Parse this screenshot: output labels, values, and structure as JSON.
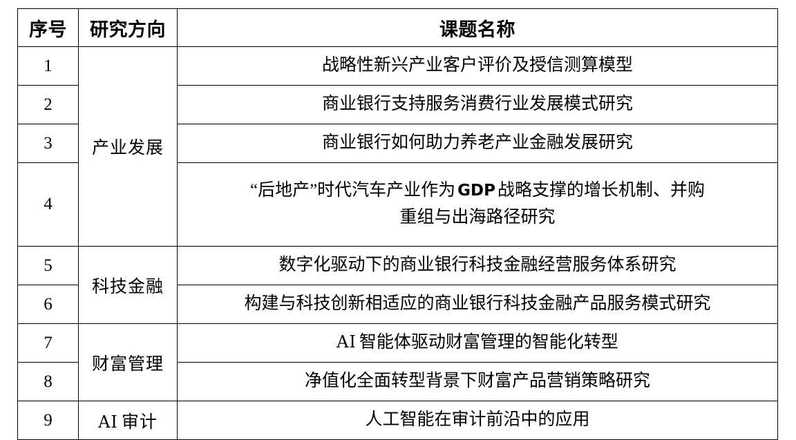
{
  "document": {
    "table": {
      "columns": [
        {
          "key": "no",
          "label": "序号"
        },
        {
          "key": "dir",
          "label": "研究方向"
        },
        {
          "key": "title",
          "label": "课题名称"
        }
      ],
      "groups": [
        {
          "label": "产业发展",
          "rowspan": 4
        },
        {
          "label": "科技金融",
          "rowspan": 2
        },
        {
          "label": "财富管理",
          "rowspan": 2
        },
        {
          "label_latin": "AI",
          "label": "审计",
          "rowspan": 1
        }
      ],
      "rows": [
        {
          "no": "1",
          "title": "战略性新兴产业客户评价及授信测算模型"
        },
        {
          "no": "2",
          "title": "商业银行支持服务消费行业发展模式研究"
        },
        {
          "no": "3",
          "title": "商业银行如何助力养老产业金融发展研究"
        },
        {
          "no": "4",
          "title": "“后地产”时代汽车产业作为 GDP 战略支撑的增长机制、并购重组与出海路径研究",
          "line1_before": "“后地产”时代汽车产业作为",
          "line1_latin": "GDP",
          "line1_after": "战略支撑的增长机制、并购",
          "line2": "重组与出海路径研究"
        },
        {
          "no": "5",
          "title": "数字化驱动下的商业银行科技金融经营服务体系研究"
        },
        {
          "no": "6",
          "title": "构建与科技创新相适应的商业银行科技金融产品服务模式研究"
        },
        {
          "no": "7",
          "title": "AI 智能体驱动财富管理的智能化转型",
          "latin_prefix": "AI",
          "rest": "智能体驱动财富管理的智能化转型"
        },
        {
          "no": "8",
          "title": "净值化全面转型背景下财富产品营销策略研究"
        },
        {
          "no": "9",
          "title": "人工智能在审计前沿中的应用"
        }
      ]
    },
    "colors": {
      "border": "#000000",
      "text": "#000000",
      "background": "#ffffff"
    }
  }
}
